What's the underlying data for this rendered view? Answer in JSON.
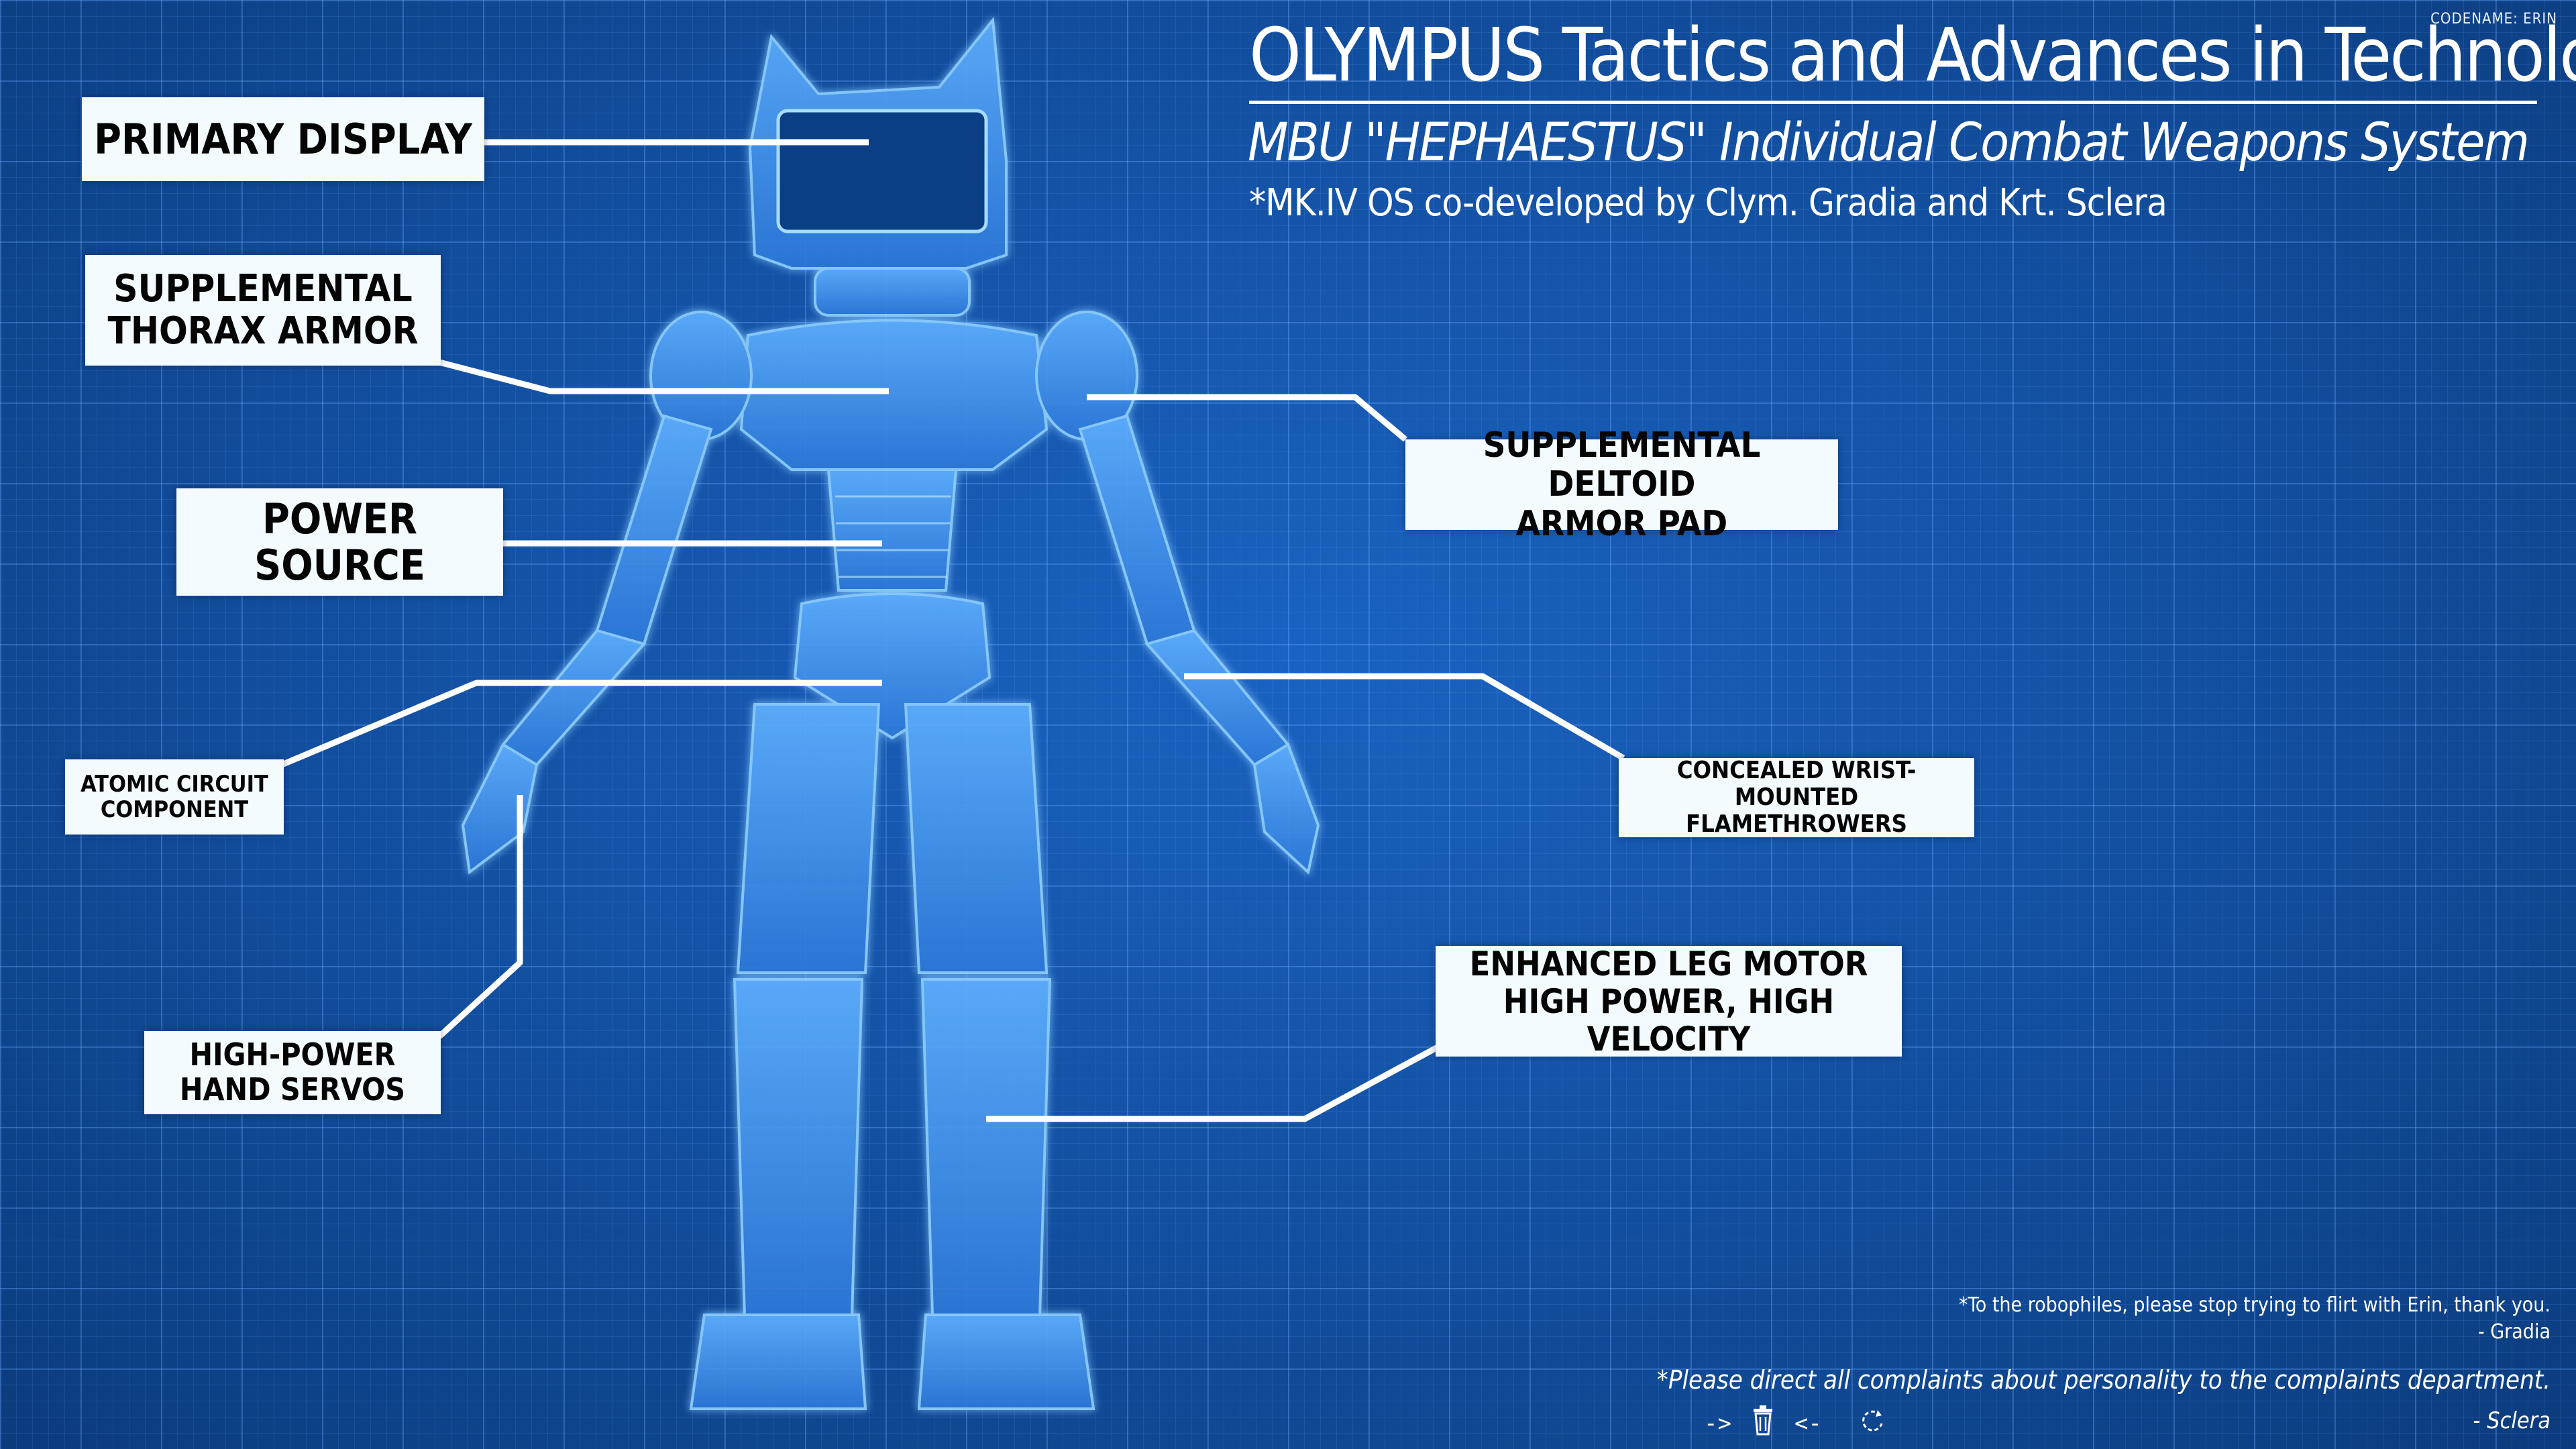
{
  "header": {
    "codename": "CODENAME: ERIN",
    "title": "OLYMPUS Tactics and Advances in Technology",
    "subtitle": "MBU \"HEPHAESTUS\" Individual Combat Weapons System",
    "credit": "*MK.IV OS co-developed by Clym. Gradia and Krt. Sclera"
  },
  "callouts": {
    "primary_display": "PRIMARY DISPLAY",
    "thorax_armor": [
      "SUPPLEMENTAL",
      "THORAX ARMOR"
    ],
    "power_source": [
      "POWER",
      "SOURCE"
    ],
    "atomic_circuit": [
      "ATOMIC CIRCUIT",
      "COMPONENT"
    ],
    "hand_servos": [
      "HIGH-POWER",
      "HAND SERVOS"
    ],
    "deltoid_pad": [
      "SUPPLEMENTAL DELTOID",
      "ARMOR PAD"
    ],
    "flamethrowers": [
      "CONCEALED WRIST-MOUNTED",
      "FLAMETHROWERS"
    ],
    "leg_motor": [
      "ENHANCED LEG MOTOR",
      "HIGH POWER, HIGH VELOCITY"
    ]
  },
  "notes": {
    "robophiles": "*To the robophiles, please stop trying to flirt with Erin, thank you.",
    "robophiles_sign": "- Gradia",
    "complaints": "*Please direct all complaints about personality to the complaints department.",
    "complaints_sign": "- Sclera"
  },
  "toolbar": {
    "prev": "->",
    "next": "<-",
    "refresh_icon": "refresh-icon",
    "trash_icon": "trash-icon"
  },
  "colors": {
    "background": "#1352a6",
    "robot": "#3a8fe8",
    "label_bg": "#f3fbff",
    "line": "#ffffff"
  }
}
